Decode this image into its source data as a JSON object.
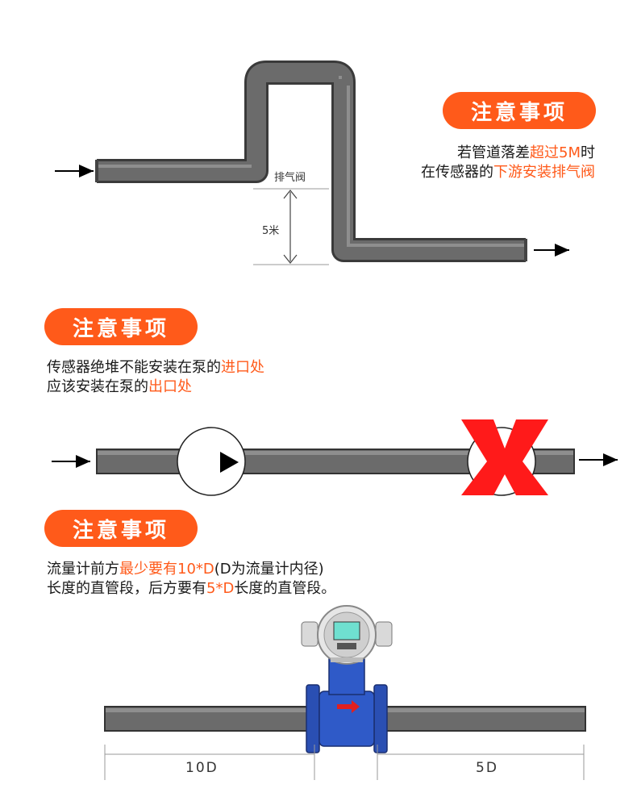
{
  "colors": {
    "accent": "#ff5a1a",
    "pipe": "#6b6b6b",
    "flowmeter": "#2a4fb3"
  },
  "section1": {
    "badge": "注意事项",
    "line1_pre": "若管道落差",
    "line1_hl": "超过5M",
    "line1_post": "时",
    "line2_pre": "在传感器的",
    "line2_hl": "下游安装排气阀",
    "valve_label": "排气阀",
    "height_label": "5米"
  },
  "section2": {
    "badge": "注意事项",
    "line1_pre": "传感器绝堆不能安装在泵的",
    "line1_hl": "进口处",
    "line2_pre": "应该安装在泵的",
    "line2_hl": "出口处"
  },
  "section3": {
    "badge": "注意事项",
    "line1_pre": "流量计前方",
    "line1_hl": "最少要有10*D",
    "line1_post": "(D为流量计内径)",
    "line2_pre": "长度的直管段，后方要有",
    "line2_hl": "5*D",
    "line2_post": "长度的直管段。",
    "upstream_label": "10D",
    "downstream_label": "5D"
  }
}
